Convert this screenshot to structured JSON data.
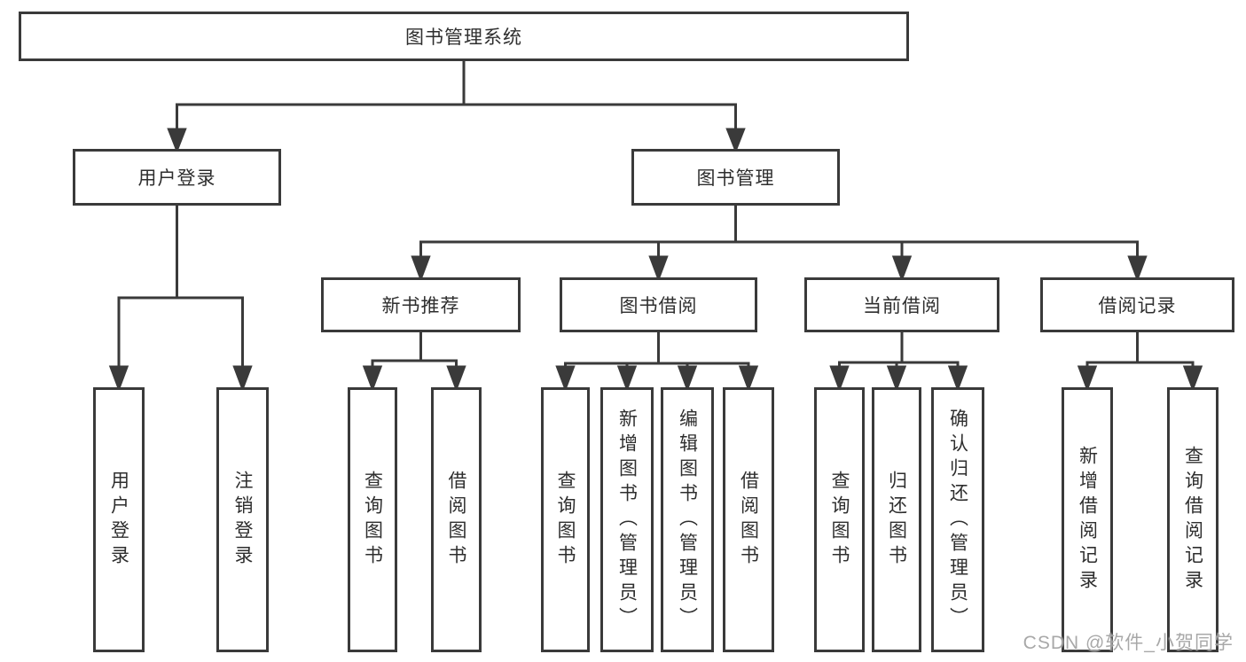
{
  "colors": {
    "line": "#3a3a3a",
    "box_border": "#3a3a3a",
    "text": "#2e2e2e",
    "watermark": "#9e9e9e",
    "background": "#ffffff"
  },
  "watermark": {
    "text": "CSDN @软件_小贺同学"
  },
  "root": {
    "label": "图书管理系统"
  },
  "user_login": {
    "label": "用户登录",
    "children": [
      {
        "label": "用户登录"
      },
      {
        "label": "注销登录"
      }
    ]
  },
  "book_mgmt": {
    "label": "图书管理",
    "new_book": {
      "label": "新书推荐",
      "children": [
        {
          "label": "查询图书"
        },
        {
          "label": "借阅图书"
        }
      ]
    },
    "book_borrow": {
      "label": "图书借阅",
      "children": [
        {
          "label": "查询图书"
        },
        {
          "label": "新增图书（管理员）"
        },
        {
          "label": "编辑图书（管理员）"
        },
        {
          "label": "借阅图书"
        }
      ]
    },
    "current_borrow": {
      "label": "当前借阅",
      "children": [
        {
          "label": "查询图书"
        },
        {
          "label": "归还图书"
        },
        {
          "label": "确认归还（管理员）"
        }
      ]
    },
    "borrow_record": {
      "label": "借阅记录",
      "children": [
        {
          "label": "新增借阅记录"
        },
        {
          "label": "查询借阅记录"
        }
      ]
    }
  }
}
